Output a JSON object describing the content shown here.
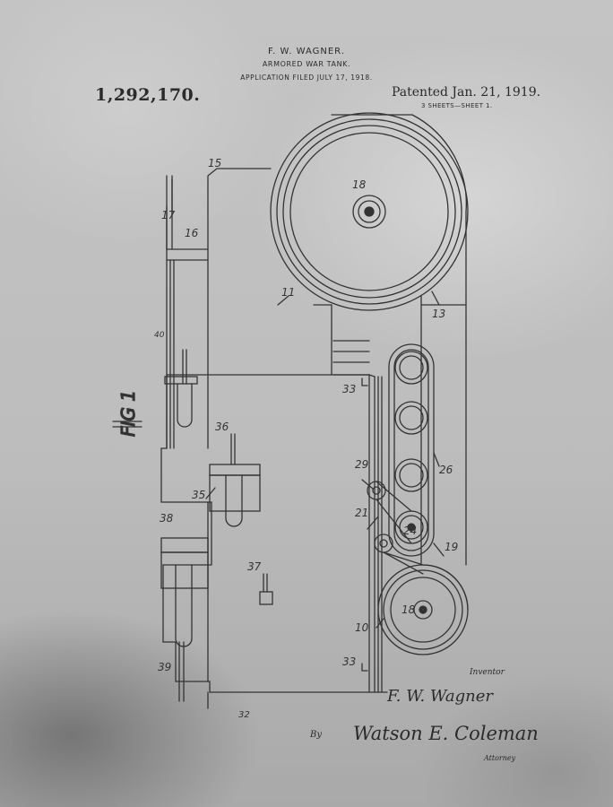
{
  "header": {
    "inventor_name": "F. W. WAGNER.",
    "title": "ARMORED WAR TANK.",
    "filed": "APPLICATION FILED JULY 17, 1918.",
    "patent_number": "1,292,170.",
    "patented": "Patented Jan. 21, 1919.",
    "sheets": "3 SHEETS—SHEET 1."
  },
  "figure": {
    "label": "FIG 1"
  },
  "callouts": {
    "n10": "10",
    "n11": "11",
    "n13": "13",
    "n15": "15",
    "n16": "16",
    "n17": "17",
    "n18a": "18",
    "n18b": "18",
    "n19": "19",
    "n21": "21",
    "n26": "26",
    "n29": "29",
    "n33a": "33",
    "n33b": "33",
    "n35": "35",
    "n36": "36",
    "n37": "37",
    "n38": "38",
    "n39": "39",
    "n40": "40",
    "n24": "24",
    "n32": "32"
  },
  "signatures": {
    "inventor_label": "Inventor",
    "inventor": "F. W. Wagner",
    "by": "By",
    "attorney": "Watson E. Coleman",
    "attorney_label": "Attorney"
  },
  "colors": {
    "ink": "#2b2b2b",
    "paper": "#bdbdbd"
  }
}
